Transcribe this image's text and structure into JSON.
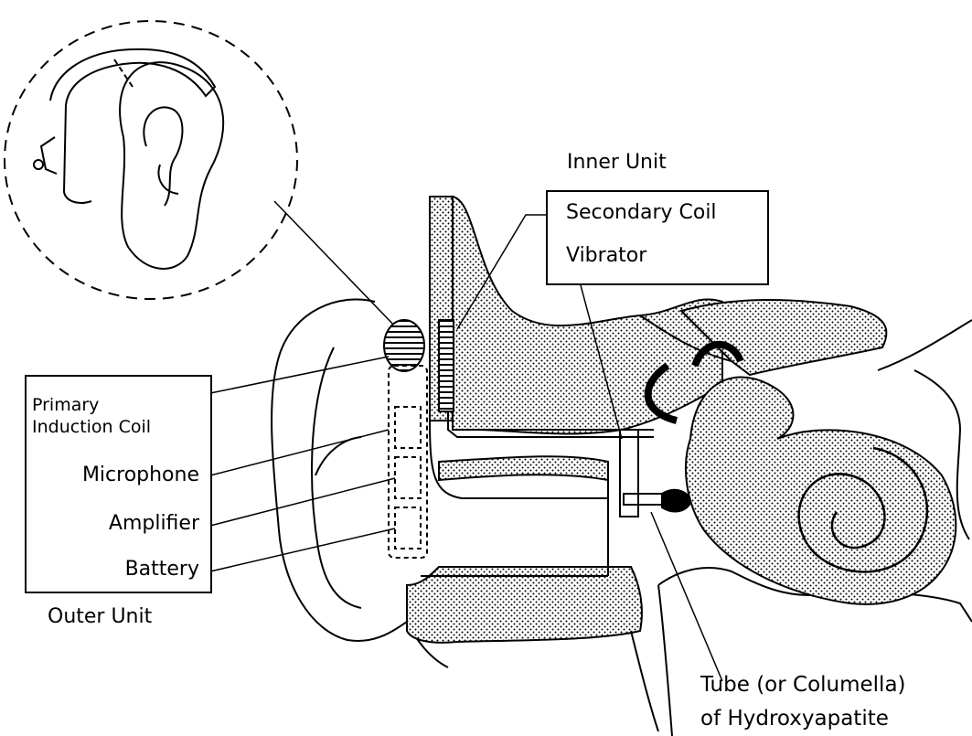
{
  "outer_unit": {
    "title": "Outer Unit",
    "items": [
      {
        "label": "Primary"
      },
      {
        "label": "Induction Coil"
      },
      {
        "label": "Microphone"
      },
      {
        "label": "Amplifier"
      },
      {
        "label": "Battery"
      }
    ]
  },
  "inner_unit": {
    "title": "Inner Unit",
    "items": [
      {
        "label": "Secondary Coil"
      },
      {
        "label": "Vibrator"
      }
    ]
  },
  "tube": {
    "line1": "Tube (or Columella)",
    "line2": "of Hydroxyapatite"
  },
  "colors": {
    "ink": "#000000",
    "paper": "#ffffff"
  }
}
